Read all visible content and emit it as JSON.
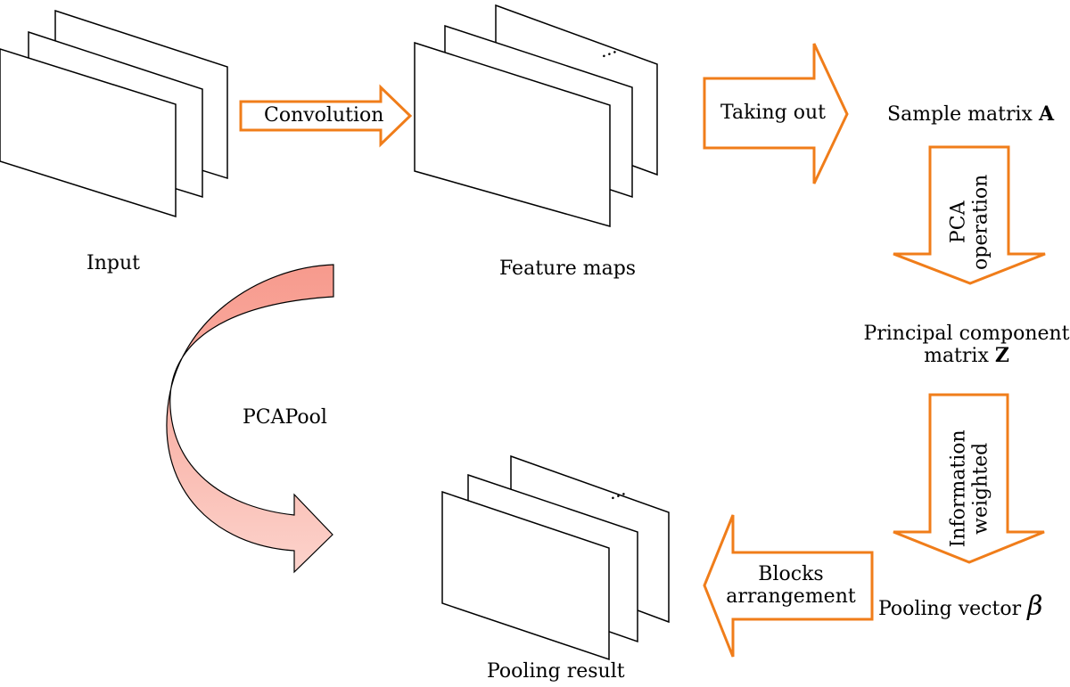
{
  "nodes": {
    "input": "Input",
    "feature_maps": "Feature maps",
    "feature_maps_ellipsis": "...",
    "sample_matrix_prefix": "Sample matrix",
    "sample_matrix_symbol": "A",
    "principal_line1": "Principal component",
    "principal_line2_prefix": "matrix",
    "principal_symbol": "Z",
    "pooling_vector_prefix": "Pooling vector",
    "pooling_vector_symbol": "β",
    "pooling_result": "Pooling result",
    "pooling_result_ellipsis": "..."
  },
  "arrows": {
    "convolution": "Convolution",
    "taking_out": "Taking out",
    "pca_line1": "PCA",
    "pca_line2": "operation",
    "info_line1": "Information",
    "info_line2": "weighted",
    "blocks_line1": "Blocks",
    "blocks_line2": "arrangement",
    "pcapool": "PCAPool"
  },
  "colors": {
    "arrow_stroke": "#f07d1a",
    "curve_top": "#f79a8d",
    "curve_bottom": "#fcd3cc"
  }
}
